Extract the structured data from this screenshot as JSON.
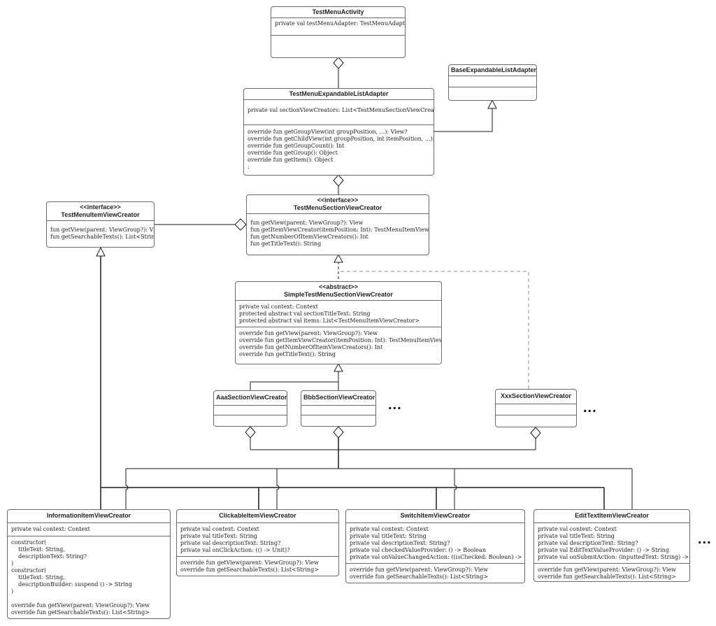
{
  "classes": {
    "test_menu_activity": {
      "name": "TestMenuActivity",
      "fields": [
        "private val testMenuAdapter: TestMenuAdapter"
      ],
      "methods": []
    },
    "base_expandable_list_adapter": {
      "name": "BaseExpandableListAdapter",
      "fields": [],
      "methods": []
    },
    "test_menu_expandable_list_adapter": {
      "name": "TestMenuExpandableListAdapter",
      "fields": [
        "private val sectionViewCreators: List<TestMenuSectionViewCreator>"
      ],
      "methods": [
        "override fun getGroupView(int groupPosition, ...): View?",
        "override fun getChildView(int groupPosition, int itemPosition, ...): View?",
        "override fun getGroupCount(): Int",
        "override fun getGroup(): Object",
        "override fun getItem(): Object",
        ":"
      ]
    },
    "test_menu_item_view_creator": {
      "stereotype": "<<interface>>",
      "name": "TestMenuItemViewCreator",
      "methods": [
        "fun getView(parent: ViewGroup?): View",
        "fun getSearchableTexts(): List<String>"
      ]
    },
    "test_menu_section_view_creator": {
      "stereotype": "<<interface>>",
      "name": "TestMenuSectionViewCreator",
      "methods": [
        "fun getView(parent: ViewGroup?): View",
        "fun getItemViewCreator(itemPosition: Int): TestMenuItemViewCreator",
        "fun getNumberOfItemViewCreators(): Int",
        "fun getTitleText(): String"
      ]
    },
    "simple_test_menu_section_view_creator": {
      "stereotype": "<<abstract>>",
      "name": "SimpleTestMenuSectionViewCreator",
      "fields": [
        "private val context: Context",
        "protected abstract val sectionTitleText: String",
        "protected abstract val items: List<TestMenuItemViewCreator>"
      ],
      "methods": [
        "override fun getView(parent: ViewGroup?): View",
        "override fun getItemViewCreator(itemPosition: Int): TestMenuItemViewCreator",
        "override fun getNumberOfItemViewCreators(): Int",
        "override fun getTitleText(): String"
      ]
    },
    "aaa_section_view_creator": {
      "name": "AaaSectionViewCreator"
    },
    "bbb_section_view_creator": {
      "name": "BbbSectionViewCreator"
    },
    "xxx_section_view_creator": {
      "name": "XxxSectionViewCreator"
    },
    "information_item_view_creator": {
      "name": "InformationItemViewCreator",
      "fields": [
        "private val context: Context"
      ],
      "constructors": [
        "constructor(",
        "    titleText: String,",
        "    descriptionText: String?",
        ")",
        "constructor(",
        "    titleText: String,",
        "    descriptionBuilder: suspend () -> String",
        ")",
        "",
        "override fun getView(parent: ViewGroup?): View",
        "override fun getSearchableTexts(): List<String>"
      ]
    },
    "clickable_item_view_creator": {
      "name": "ClickableItemViewCreator",
      "fields": [
        "private val context: Context",
        "private val titleText: String",
        "private val descriptionText: String?",
        "private val onClickAction: (() -> Unit)?"
      ],
      "methods": [
        "override fun getView(parent: ViewGroup?): View",
        "override fun getSearchableTexts(): List<String>"
      ]
    },
    "switch_item_view_creator": {
      "name": "SwitchItemViewCreator",
      "fields": [
        "private val context: Context",
        "private val titleText: String",
        "private val descriptionText: String?",
        "private val checkedValueProvider: () -> Boolean",
        "private val onValueChangedAction: ((isChecked: Boolean) -> Unit)?"
      ],
      "methods": [
        "override fun getView(parent: ViewGroup?): View",
        "override fun getSearchableTexts(): List<String>"
      ]
    },
    "edit_text_item_view_creator": {
      "name": "EditTextItemViewCreator",
      "fields": [
        "private val context: Context",
        "private val titleText: String",
        "private val descriptionText: String?",
        "private val EditTextValueProvider: () -> String",
        "private val onSubmitAction: (inputtedText: String) -> Unit"
      ],
      "methods": [
        "override fun getView(parent: ViewGroup?): View",
        "override fun getSearchableTexts(): List<String>"
      ]
    }
  },
  "ellipsis": "...",
  "colors": {
    "line": "#1a1a1a",
    "border": "#6b6b6b",
    "dashed": "#8a8a8a"
  }
}
